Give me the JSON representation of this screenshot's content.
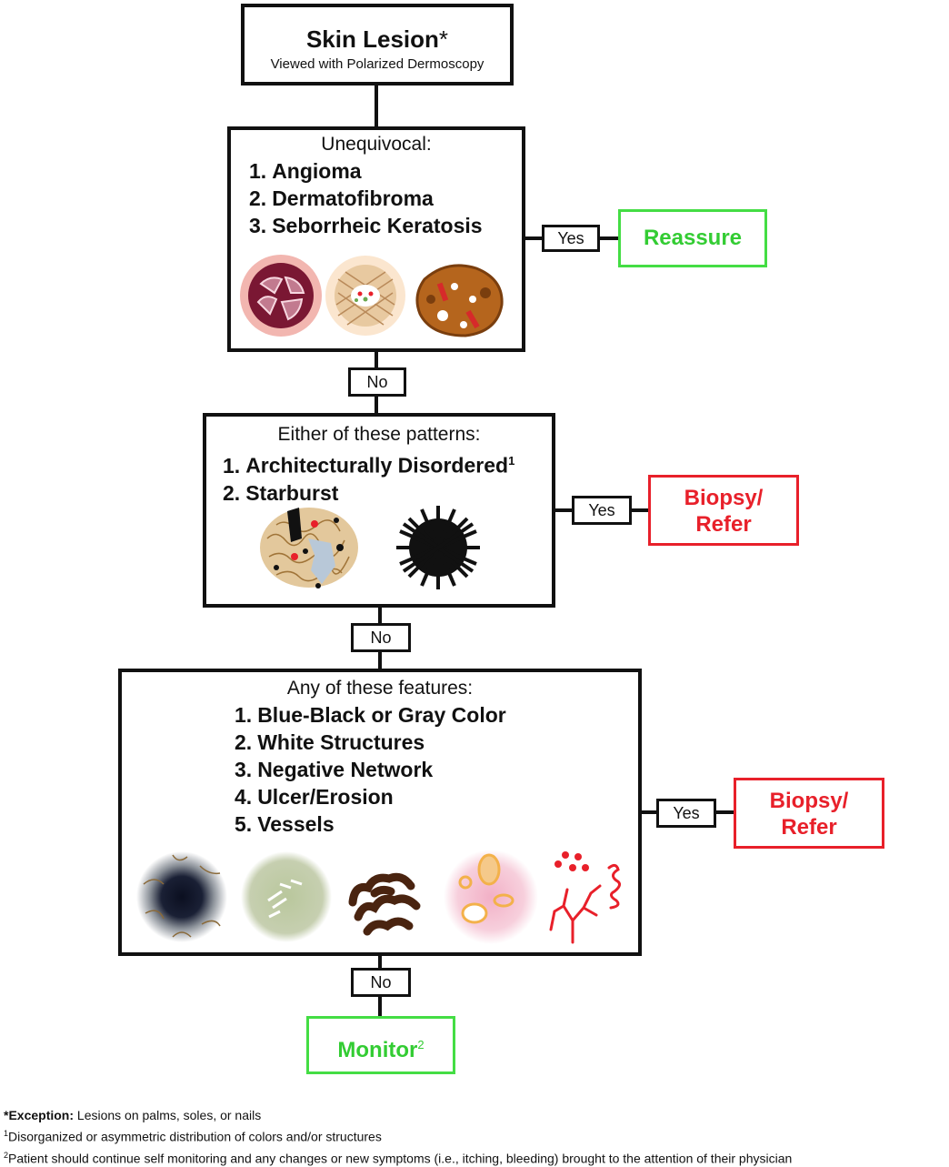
{
  "start": {
    "title": "Skin Lesion",
    "title_mark": "*",
    "subtitle": "Viewed with Polarized Dermoscopy"
  },
  "step1": {
    "lead": "Unequivocal:",
    "items": [
      {
        "num": "1.",
        "text": "Angioma"
      },
      {
        "num": "2.",
        "text": "Dermatofibroma"
      },
      {
        "num": "3.",
        "text": "Seborrheic Keratosis"
      }
    ],
    "icons": [
      "angioma-icon",
      "dermatofibroma-icon",
      "seborrheic-keratosis-icon"
    ],
    "yes": "Yes",
    "no": "No",
    "outcome": "Reassure"
  },
  "step2": {
    "lead": "Either of these patterns:",
    "items": [
      {
        "num": "1.",
        "text": "Architecturally Disordered",
        "mark": "1"
      },
      {
        "num": "2.",
        "text": "Starburst",
        "mark": ""
      }
    ],
    "icons": [
      "architecturally-disordered-icon",
      "starburst-icon"
    ],
    "yes": "Yes",
    "no": "No",
    "outcome_line1": "Biopsy/",
    "outcome_line2": "Refer"
  },
  "step3": {
    "lead": "Any of these features:",
    "items": [
      {
        "num": "1.",
        "text": "Blue-Black or Gray Color"
      },
      {
        "num": "2.",
        "text": "White Structures"
      },
      {
        "num": "3.",
        "text": "Negative Network"
      },
      {
        "num": "4.",
        "text": "Ulcer/Erosion"
      },
      {
        "num": "5.",
        "text": "Vessels"
      }
    ],
    "icons": [
      "blue-black-color-icon",
      "white-structures-icon",
      "negative-network-icon",
      "ulcer-erosion-icon",
      "vessels-icon"
    ],
    "yes": "Yes",
    "no": "No",
    "outcome_line1": "Biopsy/",
    "outcome_line2": "Refer"
  },
  "end": {
    "label": "Monitor",
    "mark": "2"
  },
  "footnotes": {
    "exception_label": "*Exception:",
    "exception_text": " Lesions on palms, soles, or nails",
    "note1_mark": "1",
    "note1_text": "Disorganized or asymmetric distribution of colors and/or structures",
    "note2_mark": "2",
    "note2_text": "Patient should continue self monitoring and any changes or new symptoms (i.e., itching, bleeding) brought to the attention of their physician"
  },
  "colors": {
    "reassure": "#33cc33",
    "refer": "#e8202a",
    "lines": "#111111"
  }
}
